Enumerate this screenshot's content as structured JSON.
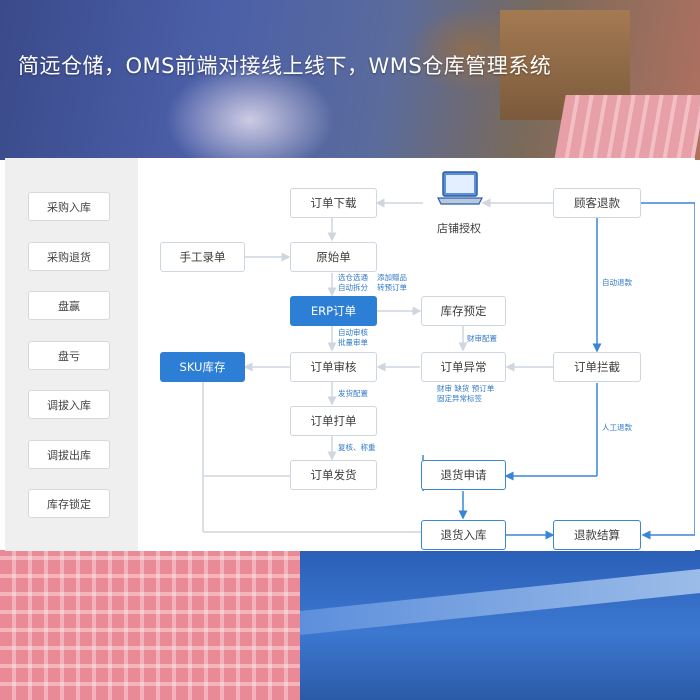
{
  "banner": {
    "title": "简远仓储，OMS前端对接线上线下，WMS仓库管理系统"
  },
  "sidebar": {
    "items": [
      {
        "label": "采购入库"
      },
      {
        "label": "采购退货"
      },
      {
        "label": "盘赢"
      },
      {
        "label": "盘亏"
      },
      {
        "label": "调拔入库"
      },
      {
        "label": "调拔出库"
      },
      {
        "label": "库存锁定"
      }
    ]
  },
  "nodes": {
    "order_download": "订单下载",
    "store_auth": "店铺授权",
    "customer_refund": "顾客退款",
    "manual_entry": "手工录单",
    "original_order": "原始单",
    "erp_order": "ERP订单",
    "stock_reserve": "库存预定",
    "sku_stock": "SKU库存",
    "order_review": "订单审核",
    "order_exception": "订单异常",
    "order_intercept": "订单拦截",
    "order_print": "订单打单",
    "order_ship": "订单发货",
    "return_apply": "退货申请",
    "return_inbound": "退货入库",
    "refund_settle": "退款结算"
  },
  "labels": {
    "select_warehouse": "选仓选通",
    "auto_split": "自动拆分",
    "add_gift": "添加赠品",
    "to_presale": "转预订单",
    "auto_refund": "自动退款",
    "finance_config": "财审配置",
    "auto_review": "自动审核",
    "batch_review": "批量审单",
    "exception_line1": "财审  缺货  预订单",
    "exception_line2": "固定异常标签",
    "manual_refund": "人工退款",
    "ship_config": "发货配置",
    "recheck_weigh": "复核、称重"
  },
  "colors": {
    "accent_blue": "#2d7fd5",
    "line_gray": "#cfd6df",
    "line_blue": "#3a86d6"
  }
}
